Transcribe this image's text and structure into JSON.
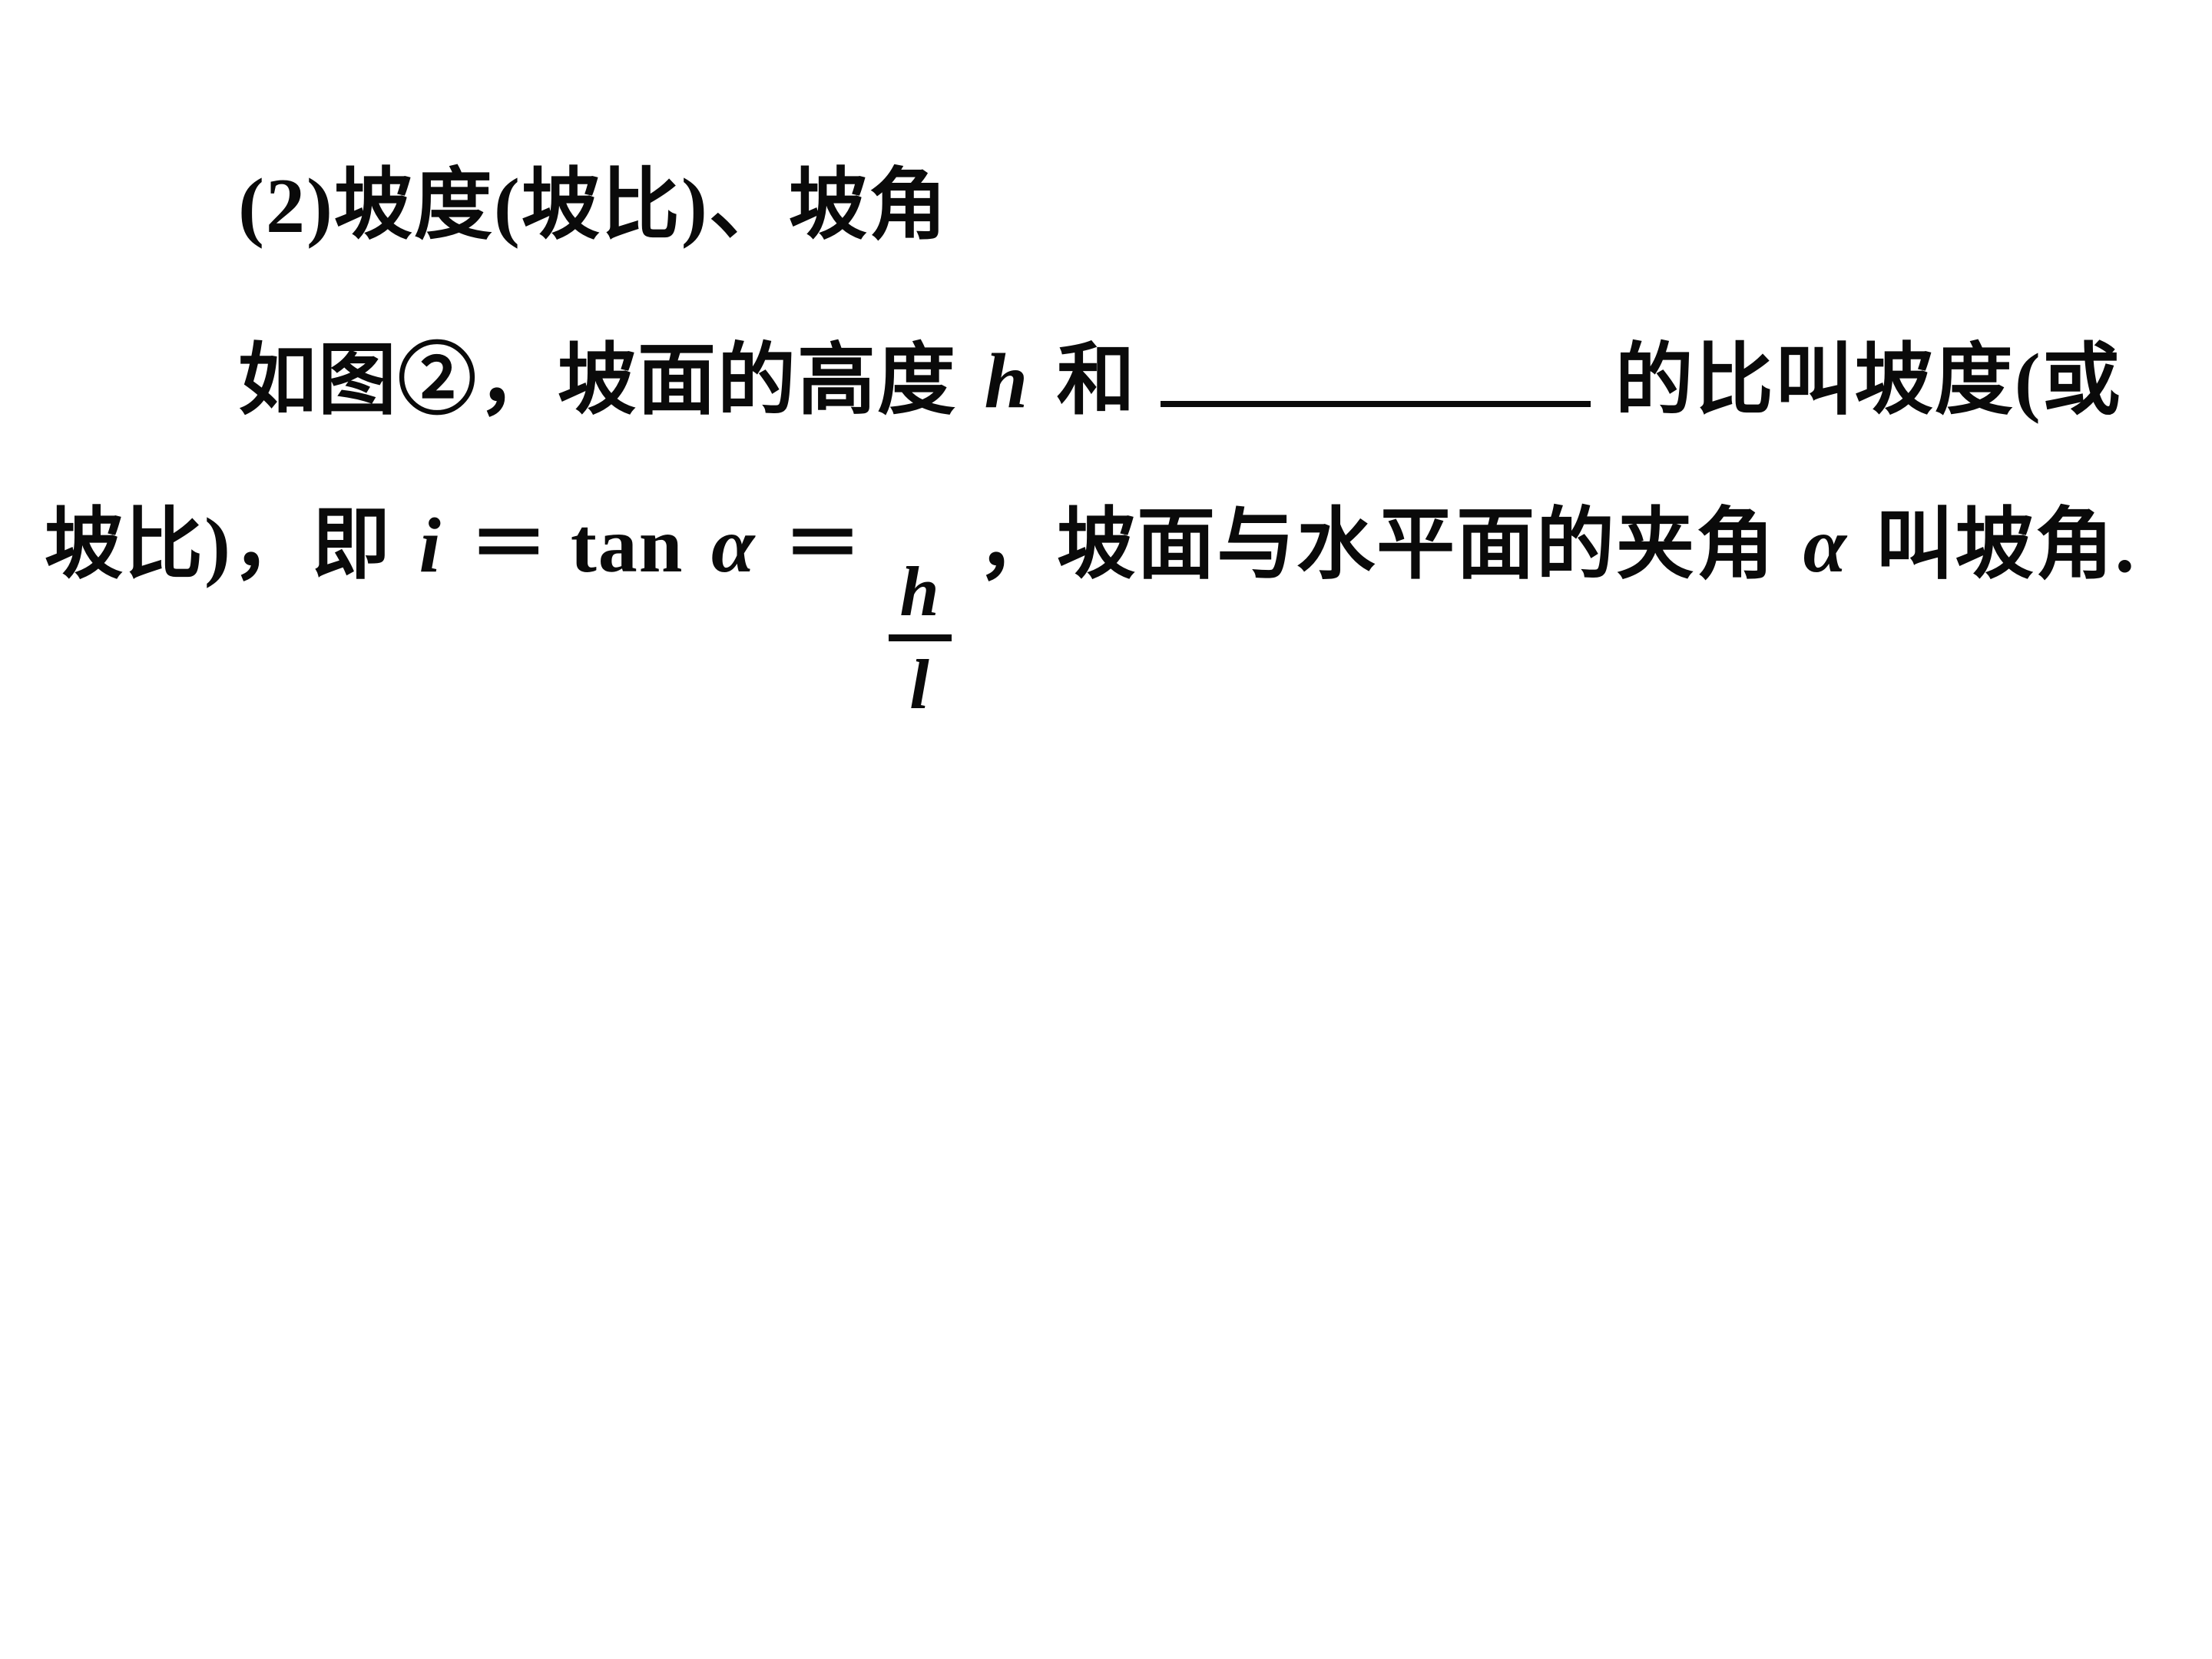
{
  "doc": {
    "line1": "(2)坡度(坡比)、坡角",
    "line2": {
      "part1": "如图②，坡面的高度",
      "var_h": "h",
      "part2": "和",
      "part3": "的比叫坡度(或"
    },
    "line3": {
      "part1": "坡比)，即",
      "var_i": "i",
      "eq1": "＝",
      "tan": "tan",
      "var_alpha1": "α",
      "eq2": "＝",
      "frac_num": "h",
      "frac_den": "l",
      "part2": "，坡面与水平面的夹角",
      "var_alpha2": "α",
      "part3": "叫坡角."
    }
  }
}
